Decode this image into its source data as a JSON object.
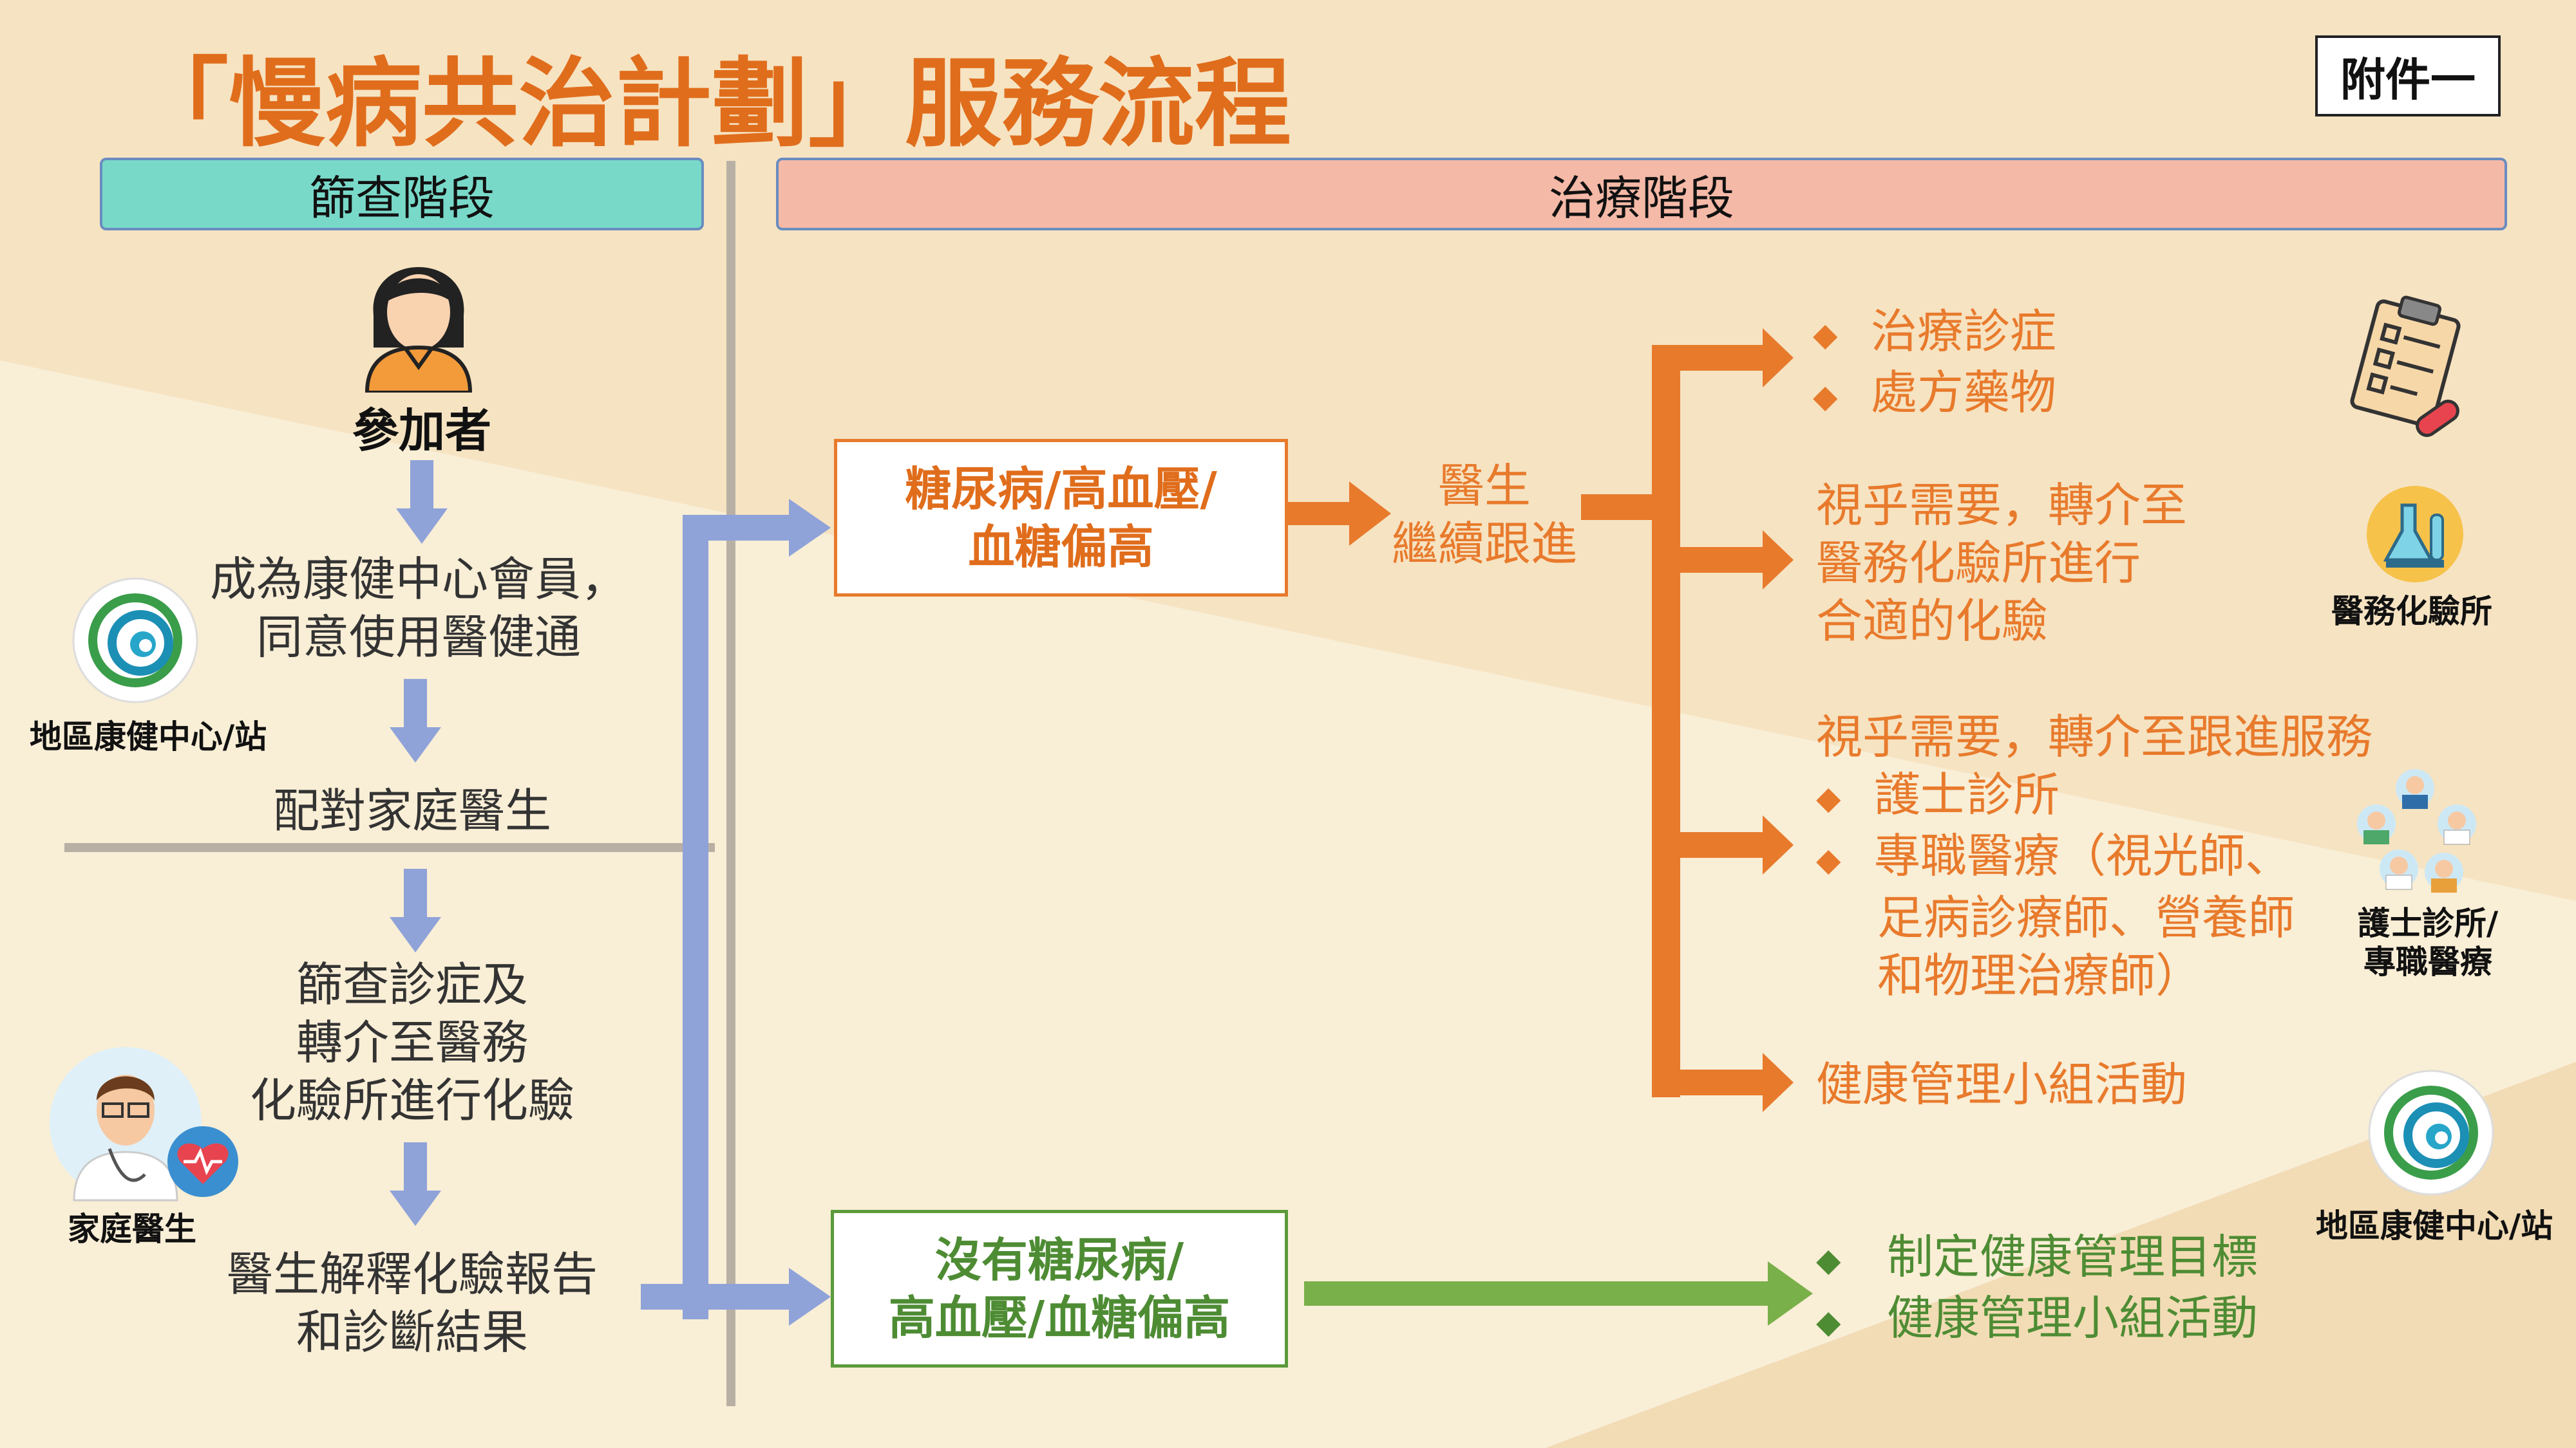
{
  "title": "「慢病共治計劃」服務流程",
  "annex": "附件一",
  "stages": {
    "screening": "篩查階段",
    "treatment": "治療階段"
  },
  "participant": "參加者",
  "steps": {
    "step1_line1": "成為康健中心會員，",
    "step1_line2": "同意使用醫健通",
    "step2": "配對家庭醫生",
    "step3_line1": "篩查診症及",
    "step3_line2": "轉介至醫務",
    "step3_line3": "化驗所進行化驗",
    "step4_line1": "醫生解釋化驗報告",
    "step4_line2": "和診斷結果"
  },
  "icons_labels": {
    "dhc_left": "地區康健中心/站",
    "family_doctor": "家庭醫生",
    "lab": "醫務化驗所",
    "nurse_line1": "護士診所/",
    "nurse_line2": "專職醫療",
    "dhc_right": "地區康健中心/站"
  },
  "diabetes_box": {
    "line1": "糖尿病/高血壓/",
    "line2": "血糖偏高"
  },
  "no_diabetes_box": {
    "line1": "沒有糖尿病/",
    "line2": "高血壓/血糖偏高"
  },
  "doctor_follow": {
    "line1": "醫生",
    "line2": "繼續跟進"
  },
  "outcomes": {
    "treat1": "治療診症",
    "treat2": "處方藥物",
    "lab_line1": "視乎需要，轉介至",
    "lab_line2": "醫務化驗所進行",
    "lab_line3": "合適的化驗",
    "followup_head": "視乎需要，轉介至跟進服務",
    "followup1": "護士診所",
    "followup2_line1": "專職醫療（視光師、",
    "followup2_line2": "足病診療師、營養師",
    "followup2_line3": "和物理治療師）",
    "group": "健康管理小組活動"
  },
  "green_outcomes": {
    "item1": "制定健康管理目標",
    "item2": "健康管理小組活動"
  },
  "bullet_symbol": "◆",
  "colors": {
    "orange": "#e87a2c",
    "green": "#5a9a3a",
    "blue": "#8fa3d9",
    "title": "#e06d1c"
  }
}
